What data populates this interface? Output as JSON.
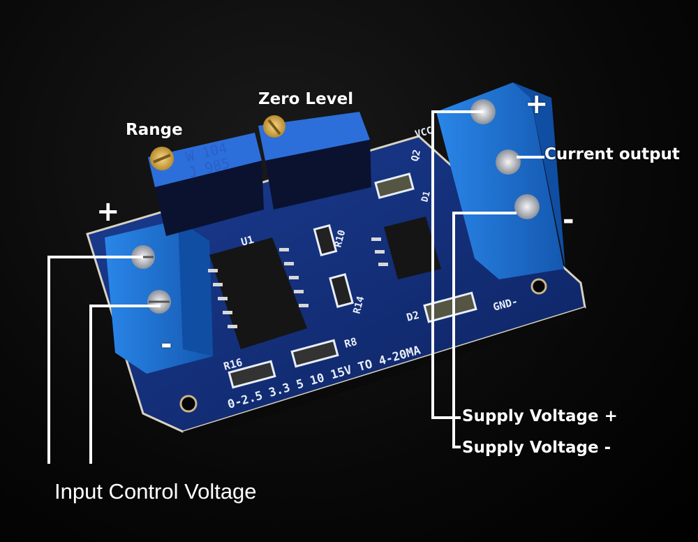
{
  "annotations": {
    "range": "Range",
    "zero_level": "Zero Level",
    "input_plus": "+",
    "input_minus": "-",
    "output_plus": "+",
    "output_minus": "-",
    "current_output": "Current output",
    "supply_plus": "Supply Voltage +",
    "supply_minus": "Supply Voltage -",
    "input_control_voltage": "Input Control Voltage"
  },
  "silkscreen": {
    "u1": "U1",
    "r10": "R10",
    "r14": "R14",
    "r8": "R8",
    "r16": "R16",
    "d2": "D2",
    "d1": "D1",
    "q2": "Q2",
    "vcc": "VCC",
    "gnd": "GND-",
    "range_scale": "0-2.5  3.3  5  10  15V  TO  4-20MA",
    "pot1_line1": "W 104",
    "pot1_line2": "J 985"
  },
  "colors": {
    "board": "#14307a",
    "terminal": "#1f74d6",
    "annotation": "#ffffff"
  }
}
